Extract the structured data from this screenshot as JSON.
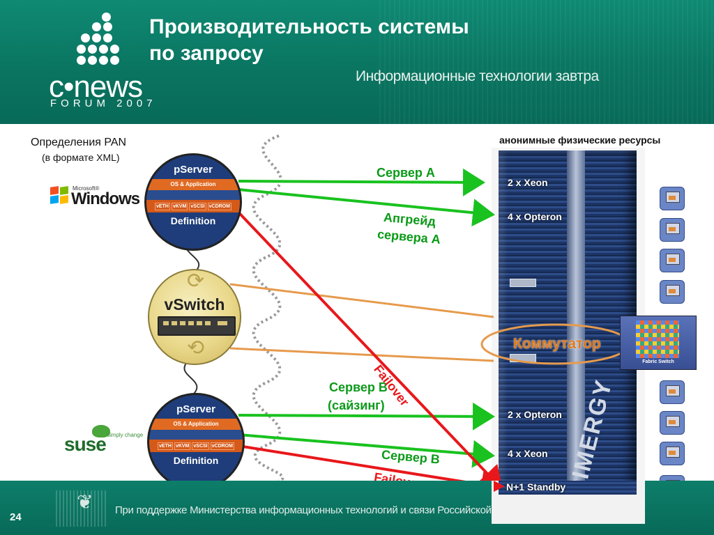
{
  "header": {
    "title_line1": "Производительность системы",
    "title_line2": "по запросу",
    "tagline": "Информационные технологии завтра",
    "logo_word": "c•news",
    "logo_sub": "FORUM 2007"
  },
  "left": {
    "pan_label": "Определения PAN",
    "pan_sub": "(в формате XML)",
    "windows_ms": "Microsoft®",
    "windows_word": "Windows",
    "suse_word": "suse",
    "suse_tag": "simply change"
  },
  "pserver": {
    "title": "pServer",
    "os": "OS & Application",
    "parts": [
      "vETH",
      "vKVM",
      "vSCSI",
      "vCDROM"
    ],
    "definition": "Definition"
  },
  "vswitch": {
    "label": "vSwitch"
  },
  "labels": {
    "server_a": "Сервер A",
    "upgrade_line1": "Апгрейд",
    "upgrade_line2": "сервера A",
    "server_b_sizing_line1": "Сервер B",
    "server_b_sizing_line2": "(сайзинг)",
    "server_b": "Сервер B",
    "failover1": "Failover",
    "failover2": "Failover",
    "commutator": "Коммутатор"
  },
  "resources": {
    "title": "анонимные физические ресурсы",
    "items": [
      "2 x Xeon",
      "4 x Opteron",
      "2 x Opteron",
      "4 x Xeon",
      "N+1 Standby"
    ],
    "rack_brand": "PRIMERGY",
    "fabric_label": "Fabric Switch"
  },
  "footer": {
    "text": "При поддержке Министерства информационных технологий и связи Российской",
    "page": "24"
  },
  "colors": {
    "green": "#19c21f",
    "red": "#e8171b",
    "orange": "#e69a4c",
    "teal": "#0a7561"
  }
}
